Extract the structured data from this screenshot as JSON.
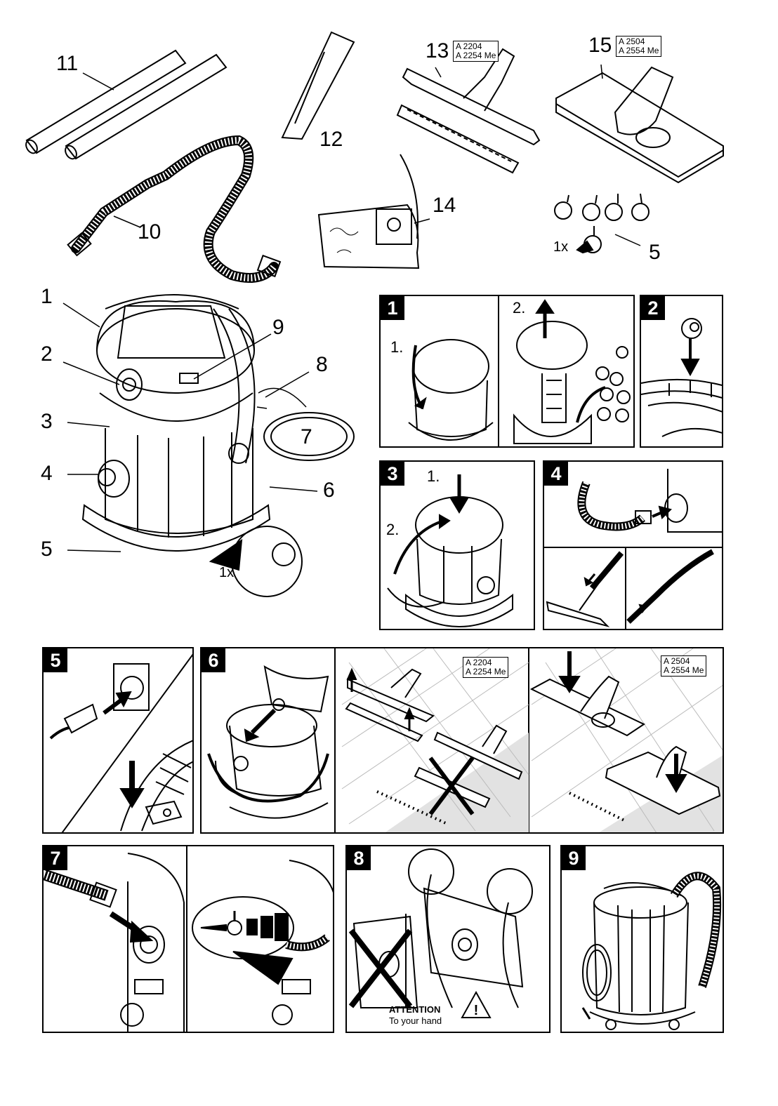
{
  "parts": {
    "p1": "1",
    "p2": "2",
    "p3": "3",
    "p4": "4",
    "p5": "5",
    "p6": "6",
    "p7": "7",
    "p8": "8",
    "p9": "9",
    "p10": "10",
    "p11": "11",
    "p12": "12",
    "p13": "13",
    "p14": "14",
    "p15": "15",
    "p5_wheels": "5",
    "qty_1x": "1x",
    "qty_1x_main": "1x"
  },
  "models": {
    "a2204": "A 2204",
    "a2254": "A 2254 Me",
    "a2504": "A 2504",
    "a2554": "A 2554 Me"
  },
  "panels": {
    "n1": "1",
    "n2": "2",
    "n3": "3",
    "n4": "4",
    "n5": "5",
    "n6": "6",
    "n7": "7",
    "n8": "8",
    "n9": "9"
  },
  "steps": {
    "s1_1": "1.",
    "s1_2": "2.",
    "s3_1": "1.",
    "s3_2": "2."
  },
  "warning": {
    "title": "ATTENTION",
    "subtitle": "To your hand"
  },
  "icons": {
    "warning": "warning-triangle-icon",
    "arrow": "arrow-icon",
    "cross": "cross-mark-icon"
  }
}
